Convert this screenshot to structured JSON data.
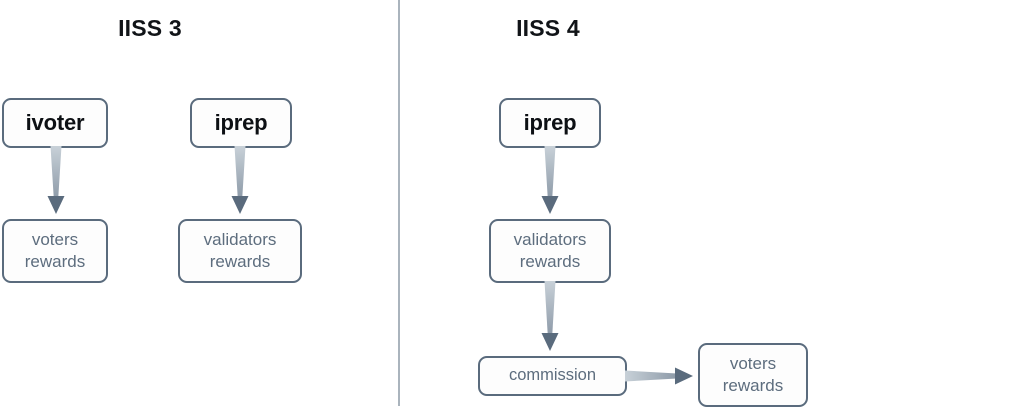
{
  "diagram": {
    "title_left": "IISS 3",
    "title_right": "IISS 4",
    "background_color": "#ffffff",
    "node_border_color": "#5a6b7d",
    "node_fill_color": "#fdfdfd",
    "soft_text_color": "#5d6d7e",
    "strong_text_color": "#0d1014",
    "arrow_shaft_color_start": "#c3ccd4",
    "arrow_shaft_color_end": "#8d9aa8",
    "arrow_head_color": "#5a6b7d",
    "divider_color": "#aab4bd"
  },
  "panels": [
    {
      "id": "iiss3",
      "title": "IISS 3",
      "nodes": [
        {
          "id": "iiss3-ivoter",
          "label": "ivoter",
          "line1": "ivoter",
          "line2": ""
        },
        {
          "id": "iiss3-iprep",
          "label": "iprep",
          "line1": "iprep",
          "line2": ""
        },
        {
          "id": "iiss3-voters-rewards",
          "label": "voters rewards",
          "line1": "voters",
          "line2": "rewards"
        },
        {
          "id": "iiss3-validators-rewards",
          "label": "validators rewards",
          "line1": "validators",
          "line2": "rewards"
        }
      ],
      "edges": [
        {
          "from": "ivoter",
          "to": "voters rewards",
          "direction": "down"
        },
        {
          "from": "iprep",
          "to": "validators rewards",
          "direction": "down"
        }
      ]
    },
    {
      "id": "iiss4",
      "title": "IISS 4",
      "nodes": [
        {
          "id": "iiss4-iprep",
          "label": "iprep",
          "line1": "iprep",
          "line2": ""
        },
        {
          "id": "iiss4-validators-rewards",
          "label": "validators rewards",
          "line1": "validators",
          "line2": "rewards"
        },
        {
          "id": "iiss4-commission",
          "label": "commission",
          "line1": "commission",
          "line2": ""
        },
        {
          "id": "iiss4-voters-rewards",
          "label": "voters rewards",
          "line1": "voters",
          "line2": "rewards"
        }
      ],
      "edges": [
        {
          "from": "iprep",
          "to": "validators rewards",
          "direction": "down"
        },
        {
          "from": "validators rewards",
          "to": "commission",
          "direction": "down"
        },
        {
          "from": "commission",
          "to": "voters rewards",
          "direction": "right"
        }
      ]
    }
  ]
}
